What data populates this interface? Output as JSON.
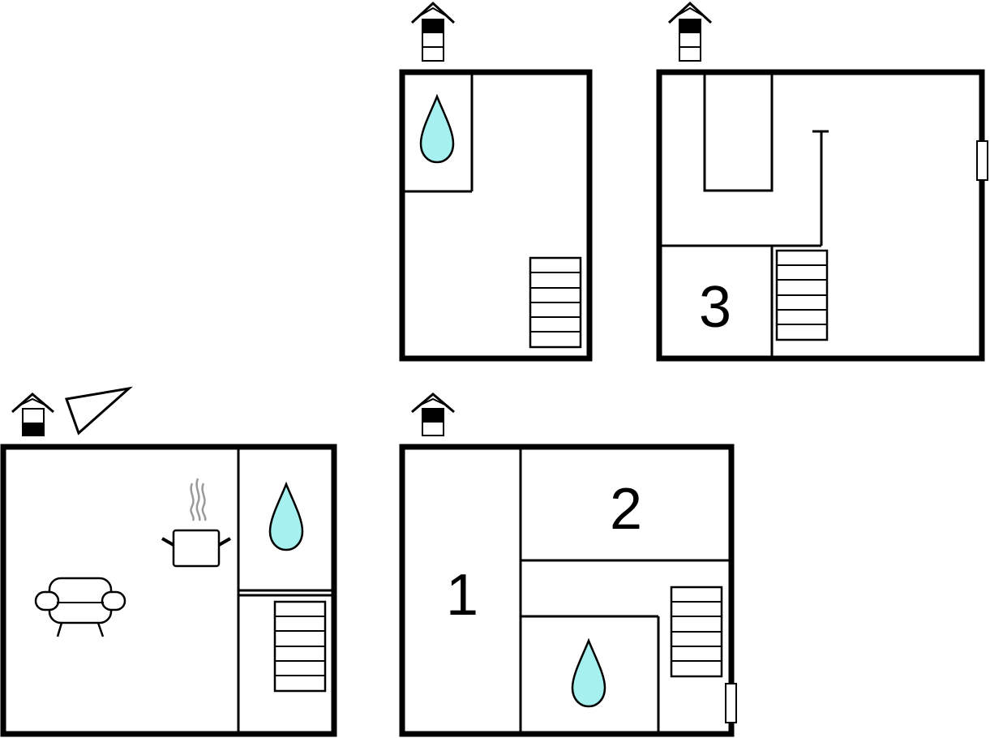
{
  "floors": [
    {
      "id": "ground-left",
      "icons": [
        "house-floor-marker-icon",
        "compass-triangle-icon"
      ],
      "rooms": [
        {
          "kind": "living",
          "icons": [
            "armchair-icon",
            "cooking-pot-icon"
          ]
        },
        {
          "kind": "bathroom",
          "icons": [
            "water-drop-icon"
          ]
        },
        {
          "kind": "stairwell",
          "icons": [
            "stairs-icon"
          ]
        }
      ]
    },
    {
      "id": "ground-right",
      "icons": [
        "house-floor-marker-icon"
      ],
      "rooms": [
        {
          "kind": "bedroom",
          "number": "1"
        },
        {
          "kind": "bedroom",
          "number": "2"
        },
        {
          "kind": "bathroom",
          "icons": [
            "water-drop-icon"
          ]
        },
        {
          "kind": "hall",
          "icons": [
            "stairs-icon",
            "window-icon"
          ]
        }
      ]
    },
    {
      "id": "upper-left",
      "icons": [
        "house-floor-marker-icon"
      ],
      "rooms": [
        {
          "kind": "bathroom",
          "icons": [
            "water-drop-icon"
          ]
        },
        {
          "kind": "stairwell",
          "icons": [
            "stairs-icon"
          ]
        }
      ]
    },
    {
      "id": "upper-right",
      "icons": [
        "house-floor-marker-icon"
      ],
      "rooms": [
        {
          "kind": "bedroom",
          "number": "3"
        },
        {
          "kind": "stairwell",
          "icons": [
            "stairs-icon",
            "window-icon"
          ]
        }
      ]
    }
  ],
  "colors": {
    "water": "#a7f0f0",
    "wall": "#000000",
    "background": "#ffffff",
    "steam": "#999999"
  }
}
